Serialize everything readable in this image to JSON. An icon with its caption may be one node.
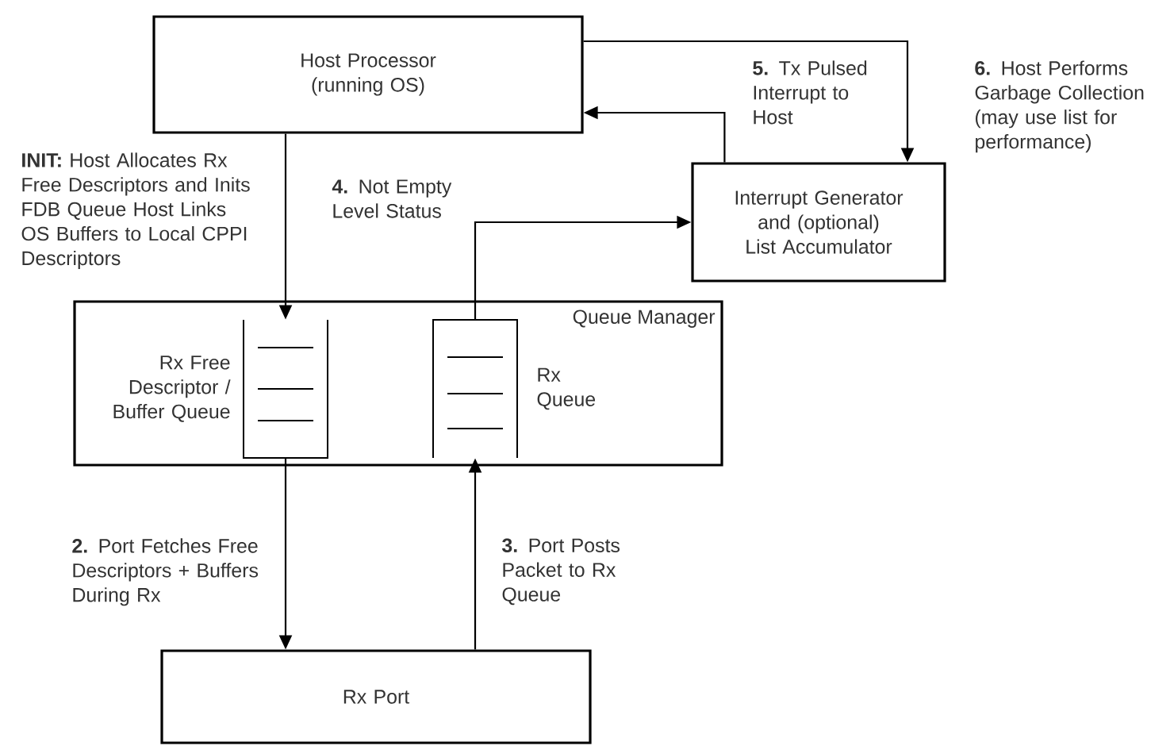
{
  "diagram": {
    "nodes": [
      {
        "text": [
          "Host Processor (running OS)"
        ]
      },
      {
        "text": [
          "Interrupt Generator and (optional) List Accumulator"
        ]
      },
      {
        "text": [
          "Queue Manager"
        ]
      },
      {
        "text": [
          "Rx Free Descriptor / Buffer Queue"
        ],
        "in": 2
      },
      {
        "text": [
          "Rx Queue"
        ],
        "in": 2
      },
      {
        "text": [
          "Rx Port"
        ]
      }
    ],
    "edges": [
      {
        "from": 0,
        "to": 3,
        "arrow": "to",
        "label": "**INIT:** Host Allocates Rx Free Descriptors and Inits FDB Queue Host Links OS Buffers to Local CPPI Descriptors"
      },
      {
        "from": 1,
        "to": 0,
        "arrow": "to",
        "label": "**5.** Tx Pulsed Interrupt to Host"
      },
      {
        "from": 0,
        "to": 1,
        "arrow": "to",
        "label": "**6.** Host Performs Garbage Collection (may use list for performance)"
      },
      {
        "from": 4,
        "to": 1,
        "arrow": "to",
        "label": "**4.** Not Empty Level Status"
      },
      {
        "from": 3,
        "to": 5,
        "arrow": "to",
        "label": "**2.** Port Fetches Free Descriptors + Buffers During Rx"
      },
      {
        "from": 5,
        "to": 4,
        "arrow": "to",
        "label": "**3.** Port Posts Packet to Rx Queue"
      }
    ]
  }
}
